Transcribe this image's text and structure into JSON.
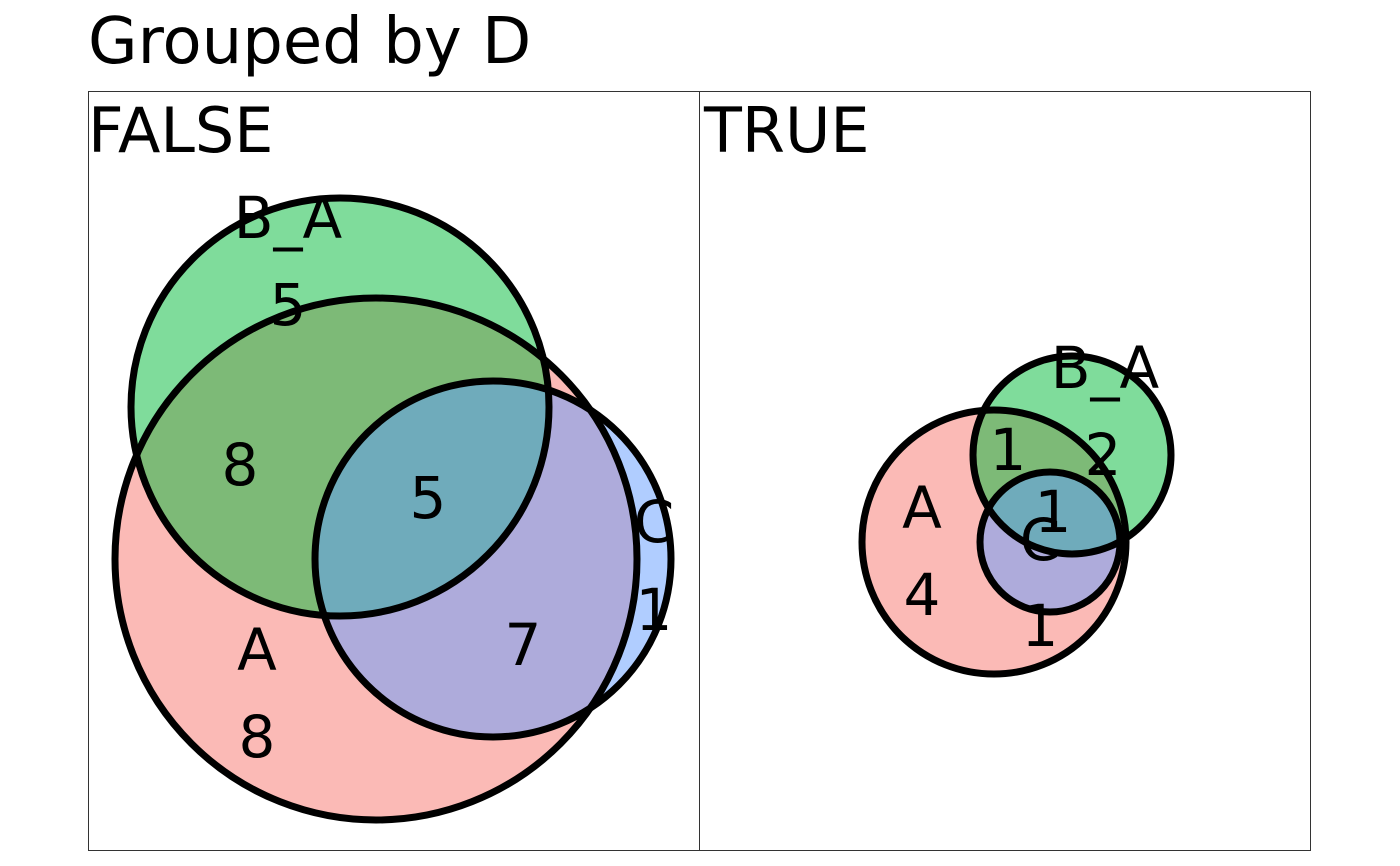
{
  "title": "Grouped by D",
  "colors": {
    "A": "#f8766d",
    "B_A": "#00ba38",
    "C": "#619cff",
    "outline": "#000000"
  },
  "diagram_data": {
    "type": "euler",
    "grouped_by": "D",
    "panels": [
      {
        "label": "FALSE",
        "sets": [
          "A",
          "B_A",
          "C"
        ],
        "set_labels": {
          "A": "A",
          "B_A": "B_A",
          "C": "C"
        },
        "counts": {
          "A": "8",
          "B_A": "5",
          "C": "1",
          "A&B_A": "8",
          "A&C": "7",
          "A&B_A&C": "5"
        }
      },
      {
        "label": "TRUE",
        "sets": [
          "A",
          "B_A",
          "C"
        ],
        "set_labels": {
          "A": "A",
          "B_A": "B_A",
          "C": "C"
        },
        "counts": {
          "A": "4",
          "B_A": "2",
          "A&B_A": "1",
          "A&C": "1",
          "A&B_A&C": "1"
        }
      }
    ]
  }
}
